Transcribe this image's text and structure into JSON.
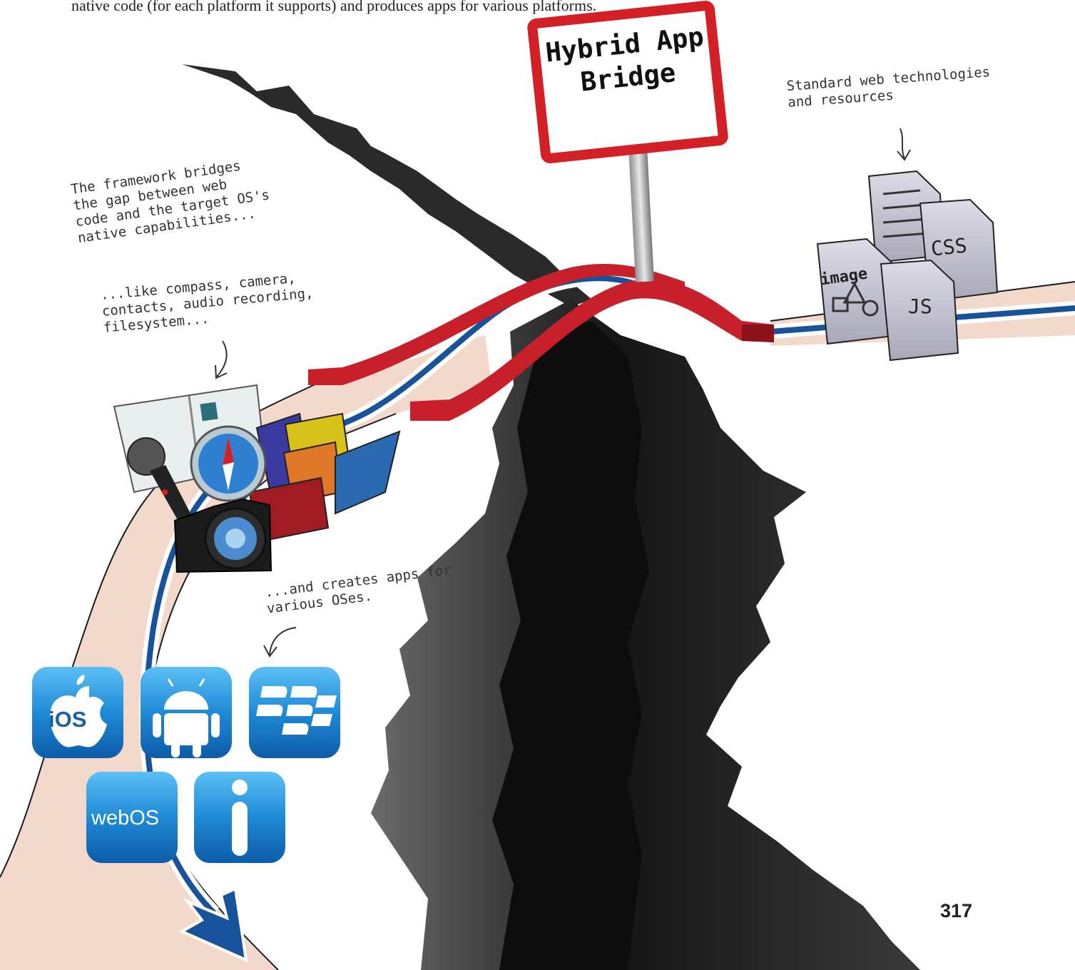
{
  "intro_text": "native code (for each platform it supports) and produces apps for various platforms.",
  "sign": {
    "title": "Hybrid App Bridge"
  },
  "annotations": {
    "framework": "The framework bridges\nthe gap between web\ncode and the target OS's\nnative capabilities...",
    "capabilities": "...like compass, camera,\ncontacts, audio recording,\nfilesystem...",
    "standard_web": "Standard web technologies\nand resources",
    "creates_apps": "...and creates apps for\nvarious OSes."
  },
  "resources": {
    "css": "CSS",
    "js": "JS",
    "image": "image"
  },
  "platforms": {
    "ios": "iOS",
    "webos": "webOS"
  },
  "page_number": "317",
  "colors": {
    "road": "#f3d8cc",
    "bridge_red": "#c8202a",
    "stripe_blue": "#17529a",
    "crack": "#1c1c1c",
    "sign_border": "#d32027",
    "app_blue": "#1e88d8"
  },
  "icons": [
    "apple-icon",
    "android-icon",
    "blackberry-icon",
    "info-icon",
    "compass-icon",
    "camera-icon",
    "microphone-icon",
    "address-book-icon",
    "folder-icon"
  ]
}
